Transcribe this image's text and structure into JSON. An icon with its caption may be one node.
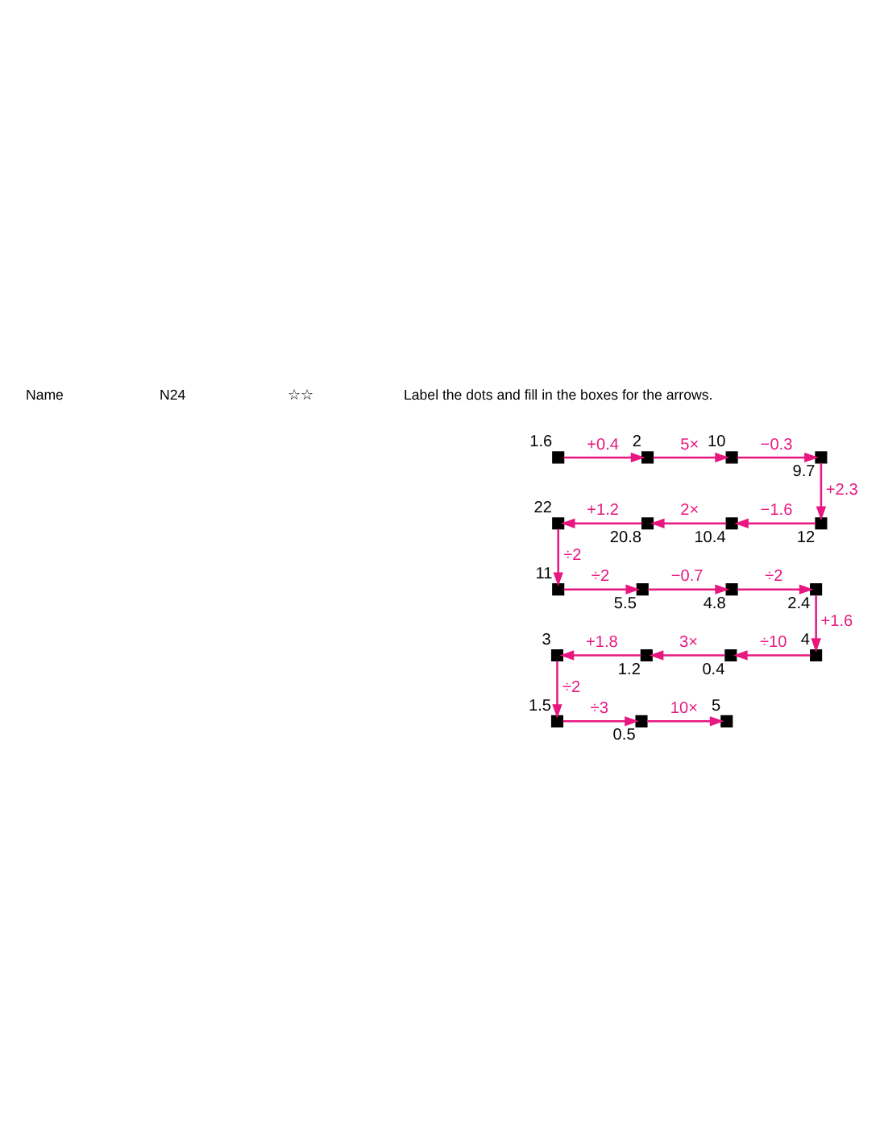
{
  "diagram": {
    "nodes": [
      {
        "text": [],
        "shape": "box",
        "beside": [
          "1.6"
        ]
      },
      {
        "text": [],
        "shape": "box",
        "beside": [
          "2"
        ]
      },
      {
        "text": [],
        "shape": "box",
        "beside": [
          "10"
        ]
      },
      {
        "text": [],
        "shape": "box",
        "beside": [
          "9.7"
        ]
      },
      {
        "text": [],
        "shape": "box",
        "beside": [
          "12"
        ]
      },
      {
        "text": [],
        "shape": "box",
        "beside": [
          "10.4"
        ]
      },
      {
        "text": [],
        "shape": "box",
        "beside": [
          "20.8"
        ]
      },
      {
        "text": [],
        "shape": "box",
        "beside": [
          "22"
        ]
      },
      {
        "text": [],
        "shape": "box",
        "beside": [
          "11"
        ]
      },
      {
        "text": [],
        "shape": "box",
        "beside": [
          "5.5"
        ]
      },
      {
        "text": [],
        "shape": "box",
        "beside": [
          "4.8"
        ]
      },
      {
        "text": [],
        "shape": "box",
        "beside": [
          "2.4"
        ]
      },
      {
        "text": [],
        "shape": "box",
        "beside": [
          "4"
        ]
      },
      {
        "text": [],
        "shape": "box",
        "beside": [
          "0.4"
        ]
      },
      {
        "text": [],
        "shape": "box",
        "beside": [
          "1.2"
        ]
      },
      {
        "text": [],
        "shape": "box",
        "beside": [
          "3"
        ]
      },
      {
        "text": [],
        "shape": "box",
        "beside": [
          "1.5"
        ]
      },
      {
        "text": [],
        "shape": "box",
        "beside": [
          "0.5"
        ]
      },
      {
        "text": [],
        "shape": "box",
        "beside": [
          "5"
        ]
      }
    ],
    "edges": [
      {
        "from": 0,
        "to": 1,
        "arrow": "to",
        "label": "+0.4"
      },
      {
        "from": 1,
        "to": 2,
        "arrow": "to",
        "label": "5×"
      },
      {
        "from": 2,
        "to": 3,
        "arrow": "to",
        "label": "−0.3"
      },
      {
        "from": 3,
        "to": 4,
        "arrow": "to",
        "label": "+2.3"
      },
      {
        "from": 4,
        "to": 5,
        "arrow": "to",
        "label": "−1.6"
      },
      {
        "from": 5,
        "to": 6,
        "arrow": "to",
        "label": "2×"
      },
      {
        "from": 6,
        "to": 7,
        "arrow": "to",
        "label": "+1.2"
      },
      {
        "from": 7,
        "to": 8,
        "arrow": "to",
        "label": "÷2"
      },
      {
        "from": 8,
        "to": 9,
        "arrow": "to",
        "label": "÷2"
      },
      {
        "from": 9,
        "to": 10,
        "arrow": "to",
        "label": "−0.7"
      },
      {
        "from": 10,
        "to": 11,
        "arrow": "to",
        "label": "÷2"
      },
      {
        "from": 11,
        "to": 12,
        "arrow": "to",
        "label": "+1.6"
      },
      {
        "from": 12,
        "to": 13,
        "arrow": "to",
        "label": "÷10"
      },
      {
        "from": 13,
        "to": 14,
        "arrow": "to",
        "label": "3×"
      },
      {
        "from": 14,
        "to": 15,
        "arrow": "to",
        "label": "+1.8"
      },
      {
        "from": 15,
        "to": 16,
        "arrow": "to",
        "label": "÷2"
      },
      {
        "from": 16,
        "to": 17,
        "arrow": "to",
        "label": "÷3"
      },
      {
        "from": 17,
        "to": 18,
        "arrow": "to",
        "label": "10×"
      }
    ],
    "labels": [
      "Name",
      "N24",
      "☆☆",
      "Label the dots and fill in the boxes for the arrows."
    ]
  }
}
